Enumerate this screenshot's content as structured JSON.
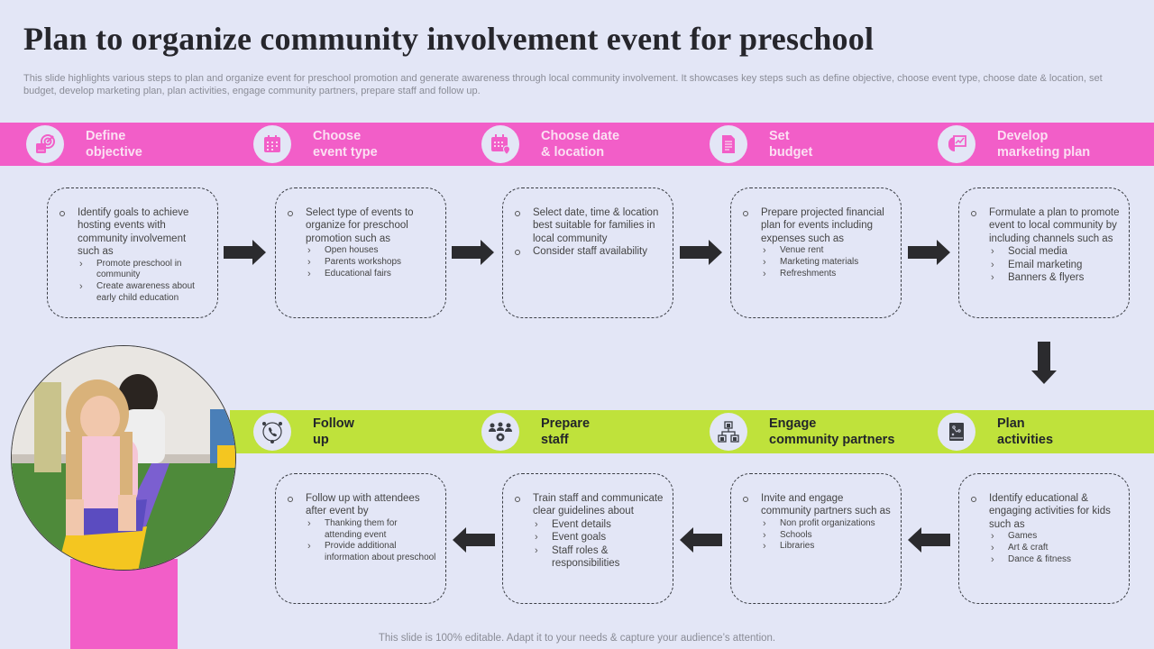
{
  "title": "Plan to organize community involvement event for preschool",
  "subtitle": "This slide highlights various steps to plan and organize event for preschool promotion and generate awareness through local community involvement. It showcases key steps such as define objective, choose event type,  choose date & location, set budget, develop marketing plan, plan activities, engage community partners, prepare staff and follow up.",
  "colors": {
    "background": "#e3e6f6",
    "pink": "#f25ec8",
    "green": "#bfe23b",
    "arrow": "#2b2b2e"
  },
  "top_steps": [
    {
      "icon": "target-objective-icon",
      "label": "Define\nobjective",
      "points": [
        {
          "text": "Identify goals to achieve hosting events with community involvement such as",
          "subs": [
            "Promote preschool in community",
            "Create awareness about early child education"
          ]
        }
      ]
    },
    {
      "icon": "calendar-event-icon",
      "label": "Choose\nevent type",
      "points": [
        {
          "text": "Select type of events to organize for preschool promotion such as",
          "subs": [
            "Open houses",
            "Parents workshops",
            "Educational fairs"
          ]
        }
      ]
    },
    {
      "icon": "calendar-location-icon",
      "label": "Choose date\n& location",
      "points": [
        {
          "text": "Select date, time & location best suitable for families in local community",
          "subs": []
        },
        {
          "text": "Consider staff availability",
          "subs": []
        }
      ]
    },
    {
      "icon": "budget-document-icon",
      "label": "Set\nbudget",
      "points": [
        {
          "text": "Prepare projected financial plan for events including expenses such as",
          "subs": [
            "Venue rent",
            "Marketing materials",
            "Refreshments"
          ]
        }
      ]
    },
    {
      "icon": "marketing-plan-icon",
      "label": "Develop\nmarketing plan",
      "points": [
        {
          "text": "Formulate a plan to promote event to local community by including channels such as",
          "subs": [
            "Social media",
            "Email marketing",
            "Banners & flyers"
          ]
        }
      ]
    }
  ],
  "bottom_steps": [
    {
      "icon": "phone-network-icon",
      "label": "Follow\nup",
      "points": [
        {
          "text": "Follow up with attendees after event by",
          "subs": [
            "Thanking them for attending event",
            "Provide additional information about preschool"
          ]
        }
      ]
    },
    {
      "icon": "team-gear-icon",
      "label": "Prepare\nstaff",
      "points": [
        {
          "text": "Train staff and communicate clear guidelines about",
          "subs": [
            "Event details",
            "Event goals",
            "Staff roles & responsibilities"
          ]
        }
      ]
    },
    {
      "icon": "org-chart-icon",
      "label": "Engage\ncommunity  partners",
      "points": [
        {
          "text": "Invite and engage community partners such as",
          "subs": [
            "Non profit organizations",
            "Schools",
            "Libraries"
          ]
        }
      ]
    },
    {
      "icon": "activity-board-icon",
      "label": "Plan\nactivities",
      "points": [
        {
          "text": "Identify educational & engaging activities for kids such as",
          "subs": [
            "Games",
            "Art & craft",
            "Dance & fitness"
          ]
        }
      ]
    }
  ],
  "photo": {
    "description": "children crawling on colorful sensory mats"
  },
  "footer": "This slide is 100% editable. Adapt it to your needs & capture your audience’s attention."
}
